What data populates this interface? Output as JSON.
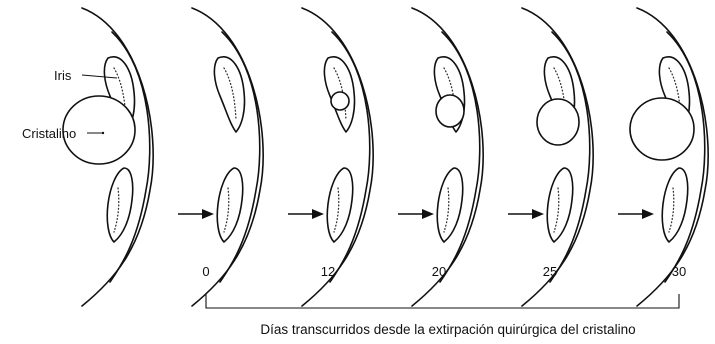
{
  "labels": {
    "iris": "Iris",
    "lens": "Cristalino"
  },
  "time_ticks": [
    "0",
    "12",
    "20",
    "25",
    "30"
  ],
  "axis_caption": "Días transcurridos desde la extirpación quirúrgica del cristalino"
}
